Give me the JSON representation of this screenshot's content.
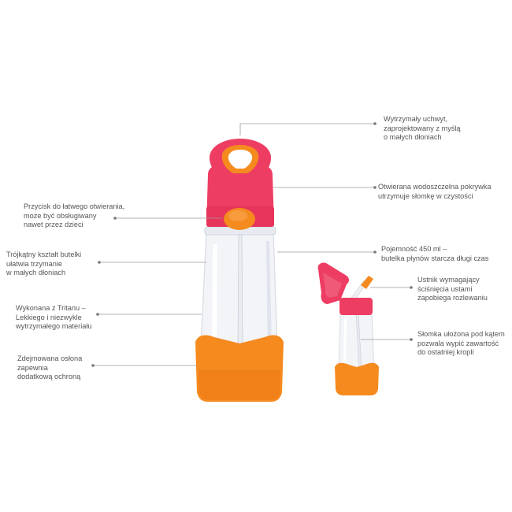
{
  "colors": {
    "pink": "#ee3d62",
    "orange": "#f58a1f",
    "bottle_tint": "#f2f4f8",
    "line": "#9a9a9a",
    "text": "#555555"
  },
  "illustrations": [
    {
      "name": "large-bottle",
      "parts": [
        "handle",
        "lid",
        "button",
        "straw",
        "body",
        "base-bumper"
      ]
    },
    {
      "name": "small-bottle",
      "parts": [
        "open-lid",
        "straw",
        "body",
        "base-bumper"
      ]
    }
  ],
  "annotations": {
    "handle": [
      "Wytrzymały uchwyt,",
      "zaprojektowany z myślą",
      "o małych dłoniach"
    ],
    "lid": [
      "Otwierana wodoszczelna pokrywka",
      "utrzymuje słomkę w czystości"
    ],
    "button": [
      "Przycisk do łatwego otwierania,",
      "może być obsługiwany",
      "nawet przez dzieci"
    ],
    "capacity": [
      "Pojemność 450 ml –",
      "butelka płynów starcza długi czas"
    ],
    "shape": [
      "Trójkątny kształt butelki",
      "ułatwia trzymanie",
      "w małych dłoniach"
    ],
    "mouthpiece": [
      "Ustnik wymagający",
      "ściśnięcia ustami",
      "zapobiega rozlewaniu"
    ],
    "tritan": [
      "Wykonana z Tritanu –",
      "Lekkiego i niezwykle",
      "wytrzymałego materiału"
    ],
    "straw": [
      "Słomka ułożona pod kątem",
      "pozwala wypić zawartość",
      "do ostatniej kropli"
    ],
    "bumper": [
      "Zdejmowana osłona",
      "zapewnia",
      "dodatkową ochroną"
    ]
  }
}
